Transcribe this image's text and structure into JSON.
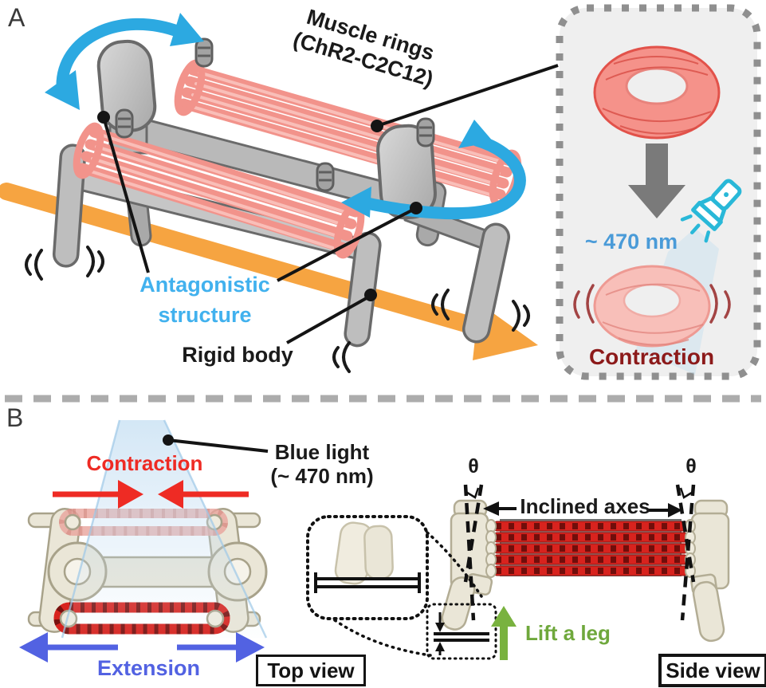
{
  "colors": {
    "blue_arrow": "#2CA9E1",
    "walk_arrow_orange": "#F6A441",
    "muscle_pink": "#F2938B",
    "muscle_pink_light": "#FAC3BD",
    "robot_gray": "#BDBDBD",
    "inset_bg": "#EFEFEF",
    "flashlight_cyan": "#29B8D8",
    "wavelength_blue": "#4A9BD8",
    "antagonistic_blue": "#41B1EE",
    "contraction_dark_red": "#8C1A1A",
    "contraction_red": "#EE2B24",
    "extension_blue": "#5262E2",
    "ring_red": "#D8231E",
    "lift_green": "#6FA83C",
    "body_beige": "#EAE6D7",
    "label_black": "#1A1A1A"
  },
  "panel_a": {
    "label": "A",
    "muscle_rings_label": [
      "Muscle rings",
      "(ChR2-C2C12)"
    ],
    "antagonistic_label": [
      "Antagonistic",
      "structure"
    ],
    "rigid_body_label": "Rigid body",
    "inset": {
      "wavelength_label": "~ 470 nm",
      "contraction_label": "Contraction"
    }
  },
  "panel_b": {
    "label": "B",
    "top_view": {
      "contraction_label": "Contraction",
      "blue_light_label": [
        "Blue light",
        "(~ 470 nm)"
      ],
      "extension_label": "Extension",
      "caption": "Top view"
    },
    "side_view": {
      "theta_left": "θ",
      "theta_right": "θ",
      "inclined_axes_label": "Inclined axes",
      "lift_a_leg_label": "Lift a leg",
      "caption": "Side view"
    }
  }
}
